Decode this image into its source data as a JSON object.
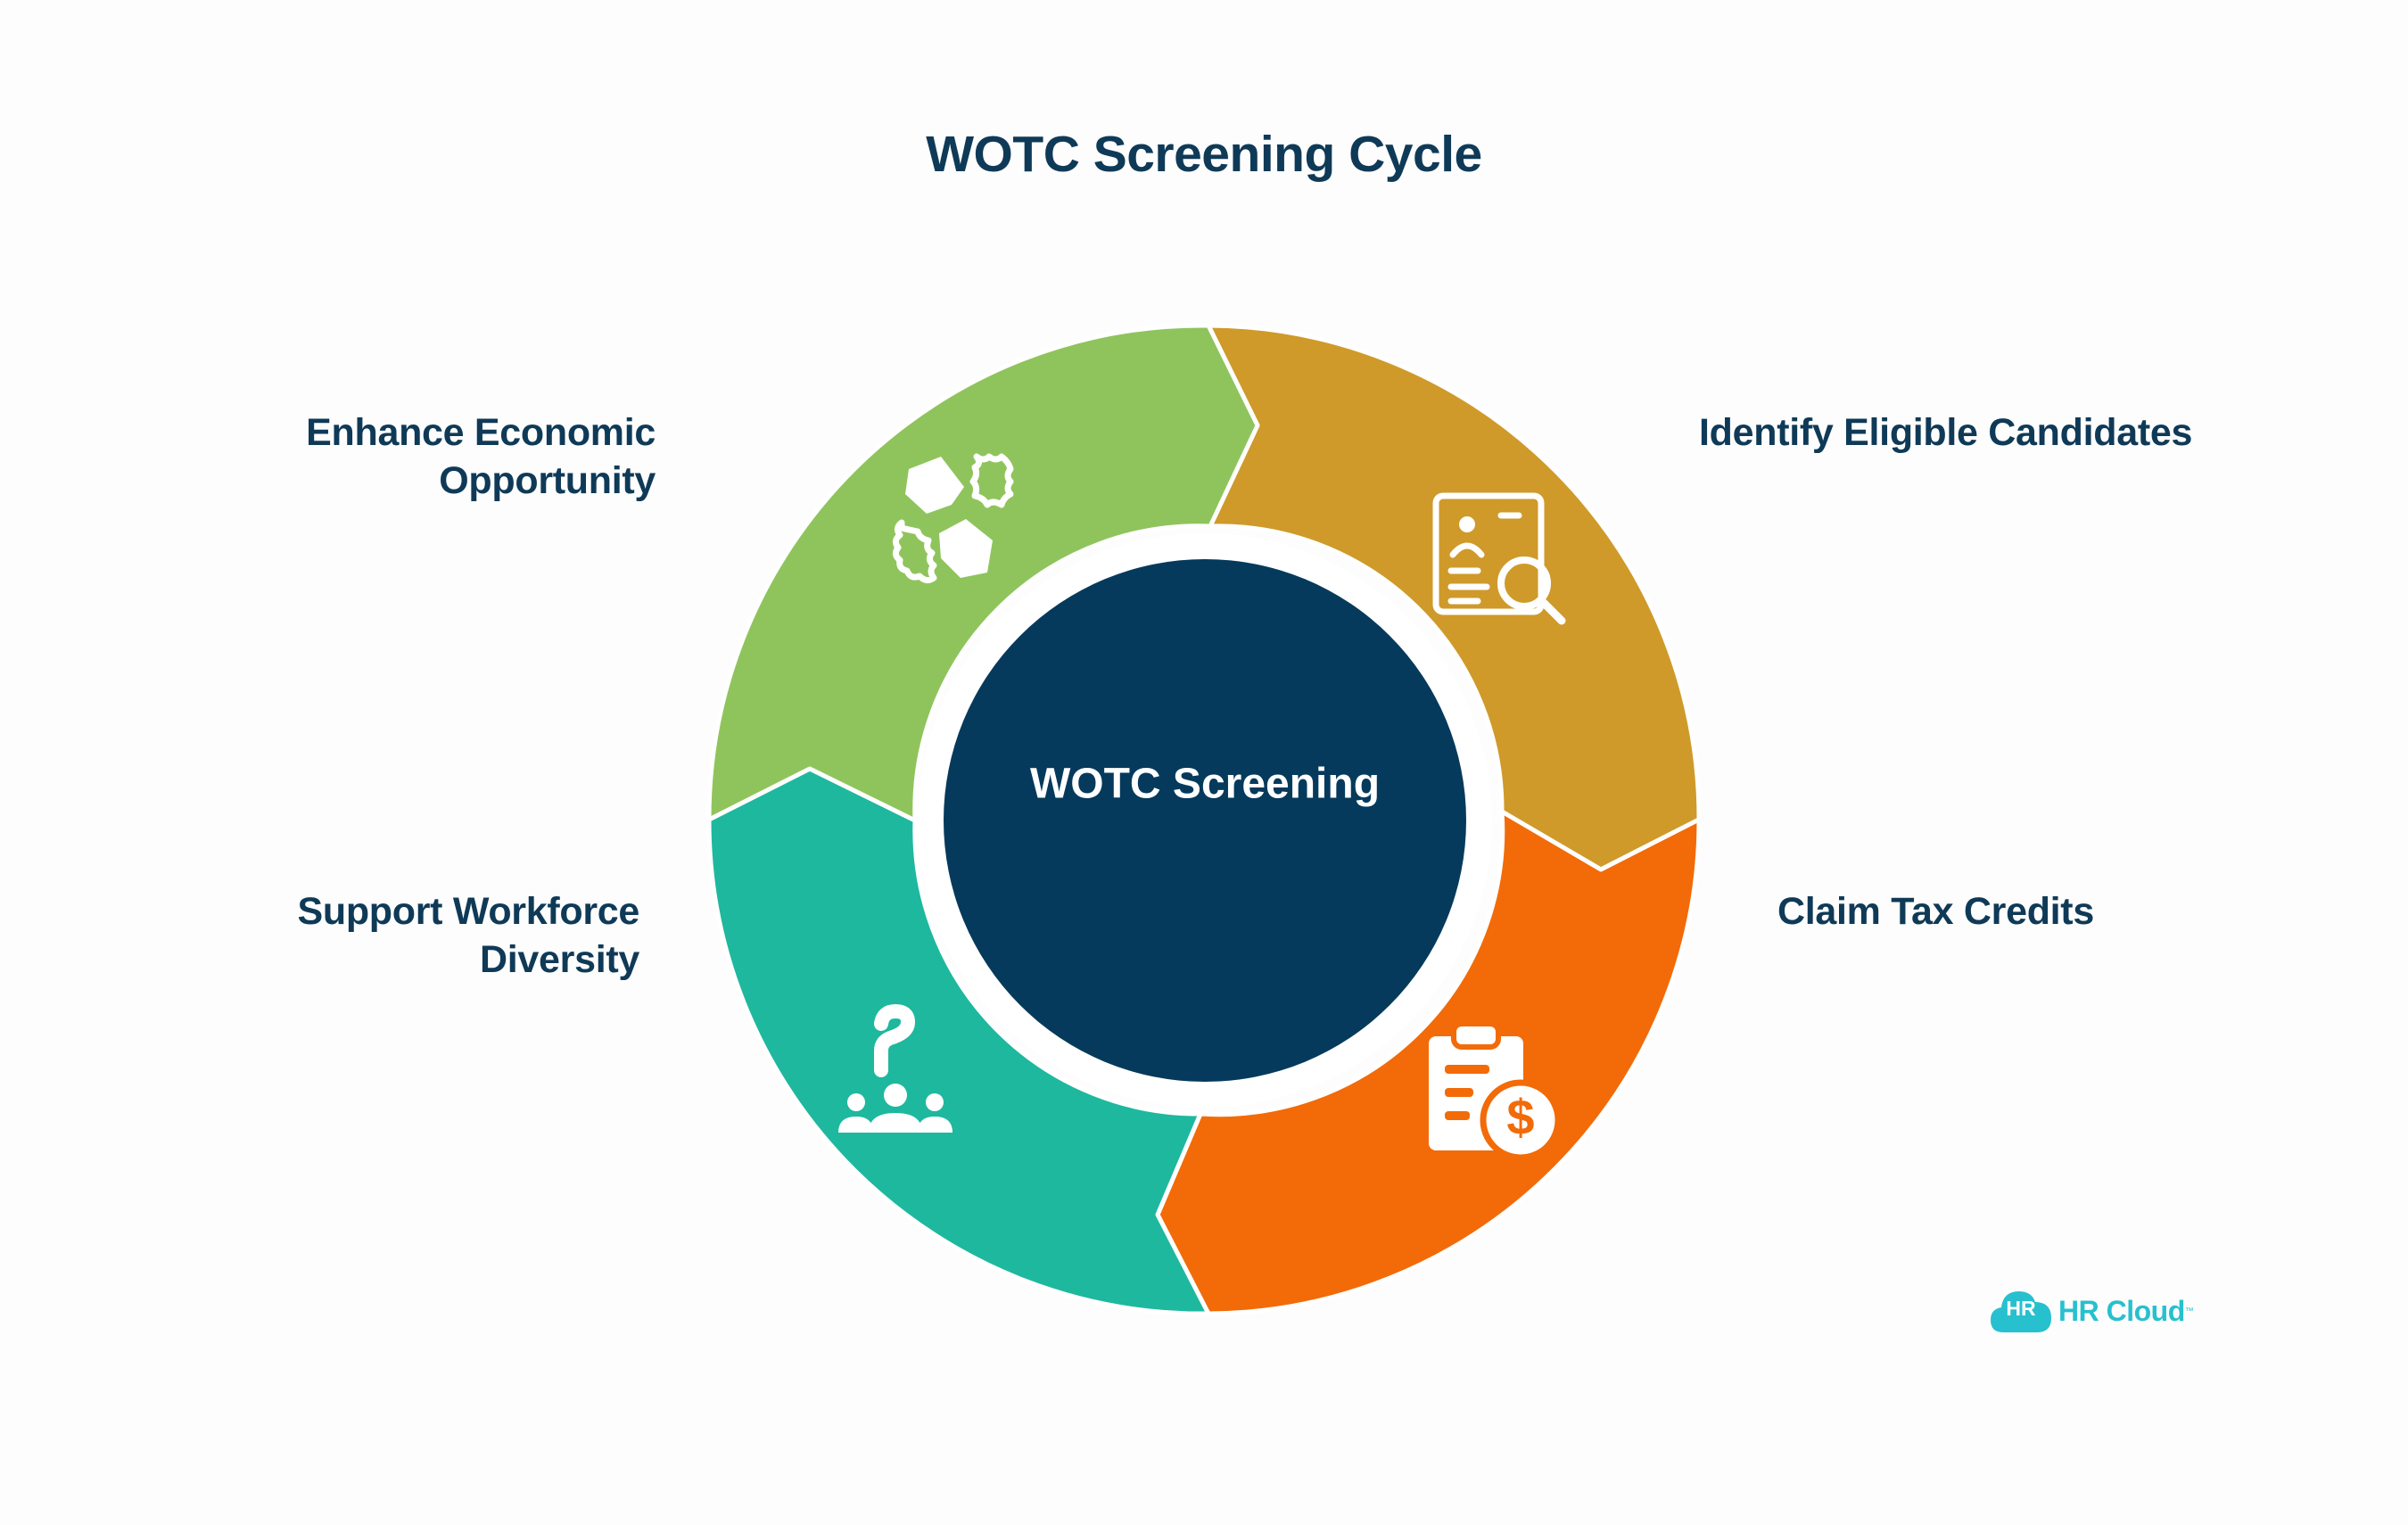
{
  "title": "WOTC Screening Cycle",
  "center": {
    "label": "WOTC Screening",
    "color": "#053a5c"
  },
  "segments": [
    {
      "label_lines": [
        "Identify Eligible Candidates"
      ],
      "icon": "candidate-search-icon",
      "color": "#cf9a2a"
    },
    {
      "label_lines": [
        "Claim Tax Credits"
      ],
      "icon": "tax-credit-clipboard-icon",
      "color": "#f26b08"
    },
    {
      "label_lines": [
        "Support Workforce",
        "Diversity"
      ],
      "icon": "diverse-team-icon",
      "color": "#1eb89e"
    },
    {
      "label_lines": [
        "Enhance Economic",
        "Opportunity"
      ],
      "icon": "handshake-icon",
      "color": "#8fc45d"
    }
  ],
  "logo": {
    "badge": "HR",
    "name": "HR Cloud",
    "mark": "™",
    "color": "#27c0cf"
  }
}
